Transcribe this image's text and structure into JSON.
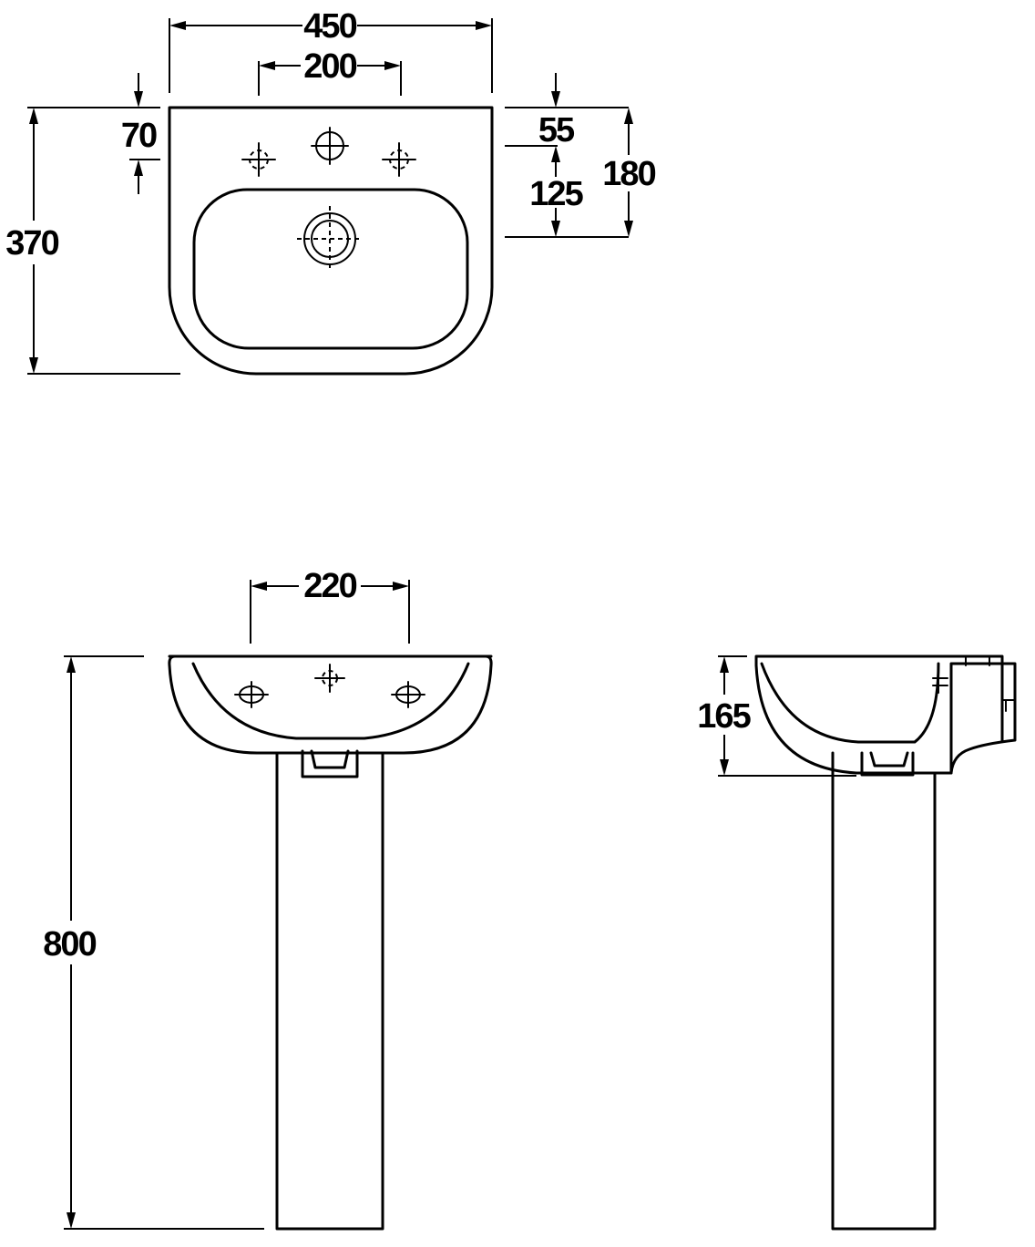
{
  "drawing": {
    "plan_view": {
      "overall_width": "450",
      "tap_hole_spacing": "200",
      "tap_hole_offset": "70",
      "overall_depth": "370",
      "rim_to_tap": "55",
      "tap_to_waste": "125",
      "rim_to_waste": "180"
    },
    "front_view": {
      "pedestal_width": "220",
      "overall_height": "800"
    },
    "side_view": {
      "basin_depth": "165"
    }
  }
}
